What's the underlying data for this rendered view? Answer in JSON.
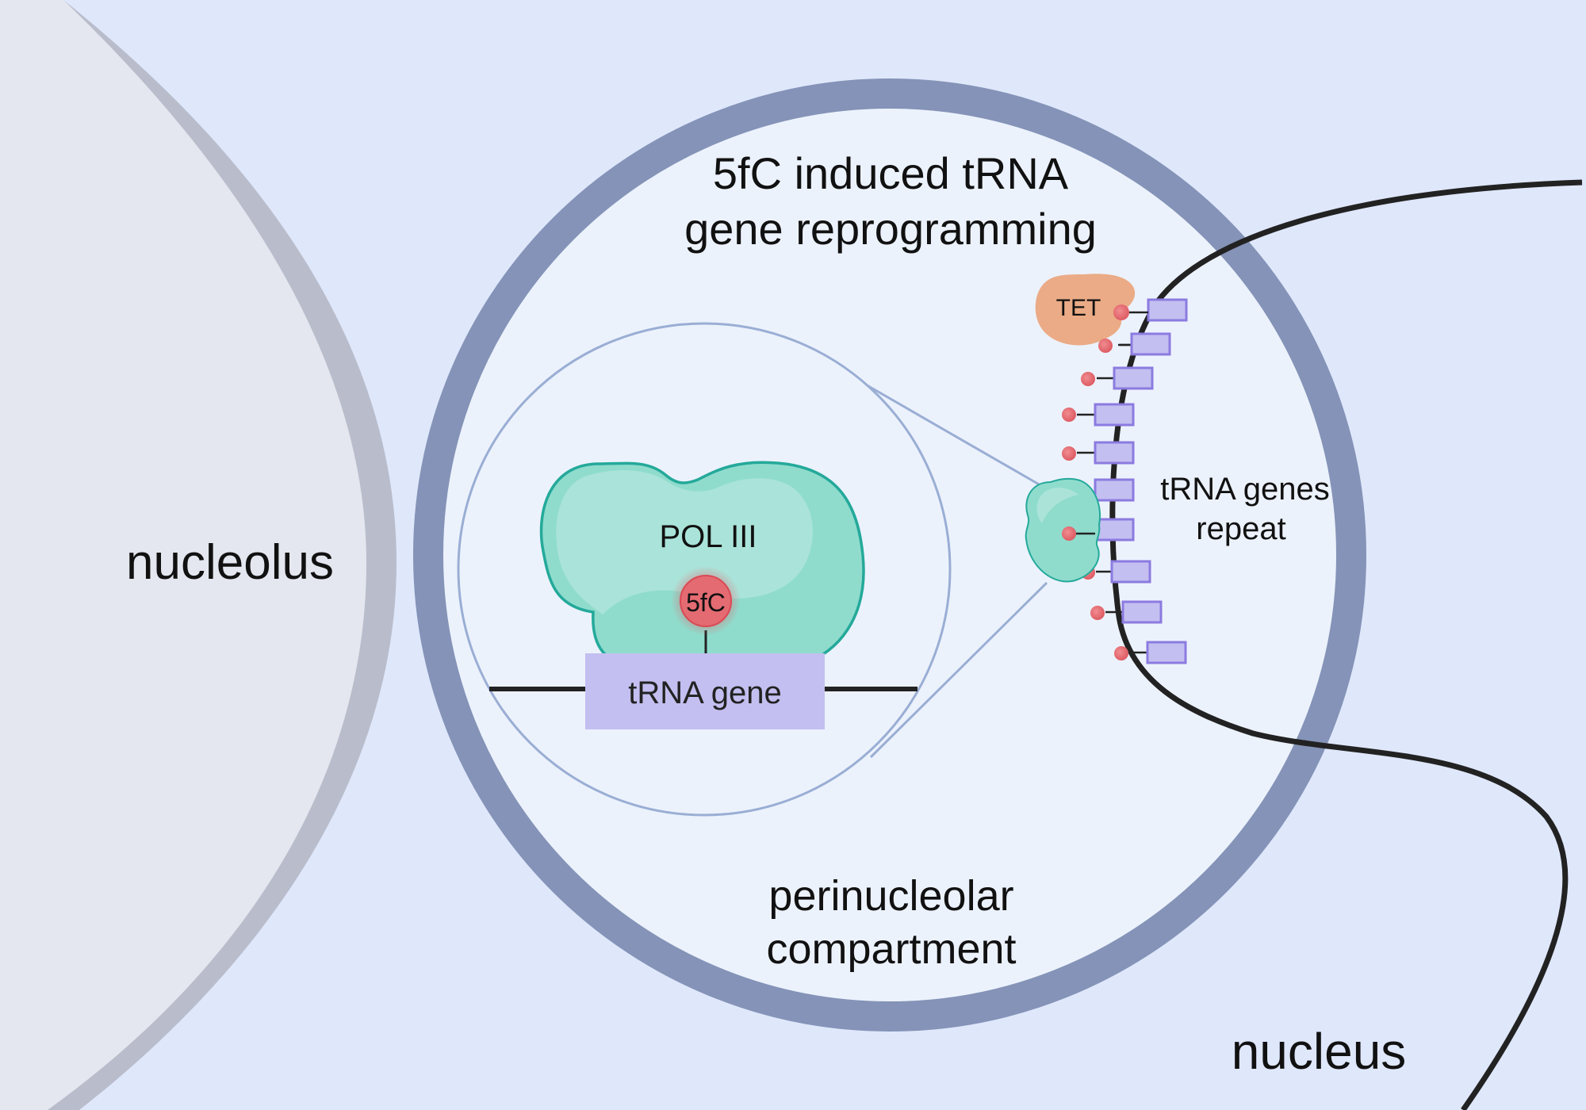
{
  "labels": {
    "title_line1": "5fC induced tRNA",
    "title_line2": "gene  reprogramming",
    "nucleolus": "nucleolus",
    "nucleus": "nucleus",
    "compartment_line1": "perinucleolar",
    "compartment_line2": "compartment",
    "pol3": "POL III",
    "modification": "5fC",
    "trna_gene": "tRNA gene",
    "tet": "TET",
    "repeat_line1": "tRNA genes",
    "repeat_line2": "repeat"
  },
  "colors": {
    "background": "#dfe7fb",
    "nucleolus_fill": "#e4e7ef",
    "nucleolus_rim": "#b9bdcb",
    "compartment_fill": "#ecf2fc",
    "compartment_ring": "#8493b7",
    "inset_outline": "#9aaed4",
    "pol3_fill": "#8fdccd",
    "pol3_light": "#b3e5dc",
    "pol3_stroke": "#24a99a",
    "mark_fill": "#e46b72",
    "gene_fill": "#c3bff0",
    "gene_stroke": "#8b7be0",
    "tet_fill": "#eaab86",
    "dna": "#222222"
  }
}
